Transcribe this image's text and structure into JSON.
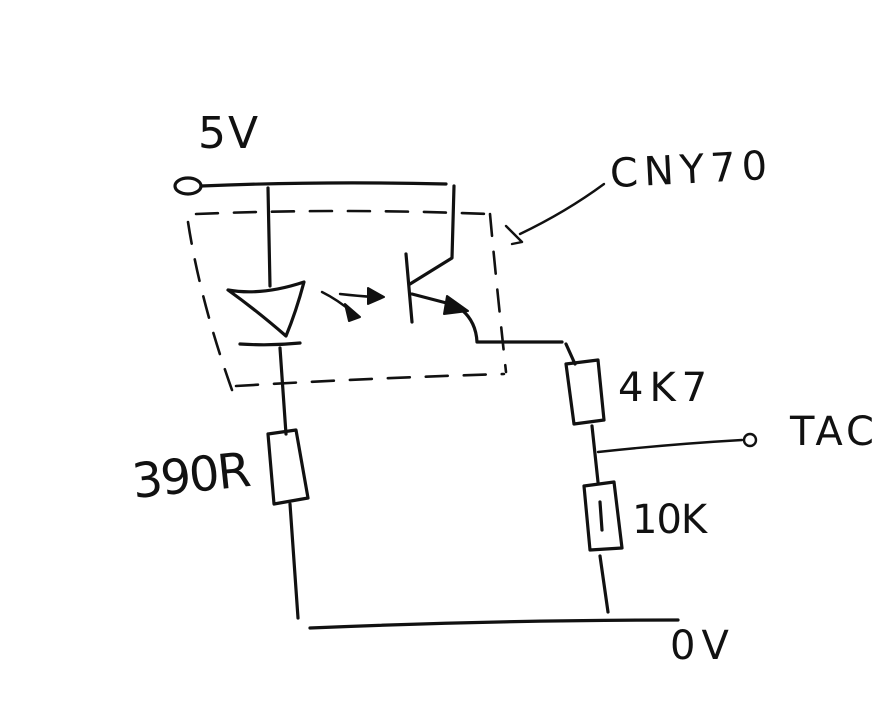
{
  "diagram": {
    "supply_label": "5V",
    "sensor_label": "CNY70",
    "resistor_top_label": "4K7",
    "output_label": "TAC",
    "resistor_bottom_label": "10K",
    "led_resistor_label": "390R",
    "ground_label": "0V"
  }
}
